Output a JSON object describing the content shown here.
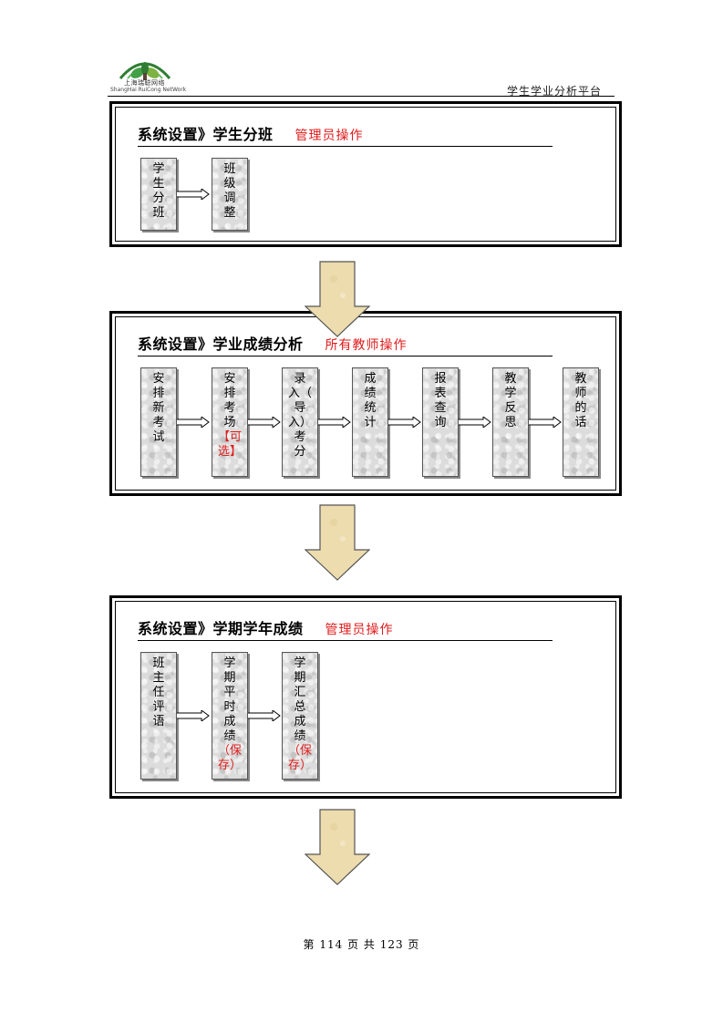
{
  "header": {
    "logo_cn": "上海瑞聪网络",
    "logo_en": "ShangHai RuiCong NetWork",
    "title": "学生学业分析平台"
  },
  "sections": [
    {
      "title": "系统设置》学生分班",
      "role": "管理员操作",
      "steps": [
        {
          "label": [
            "学",
            "生",
            "分",
            "班"
          ]
        },
        {
          "label": [
            "班",
            "级",
            "调",
            "整"
          ]
        }
      ]
    },
    {
      "title": "系统设置》学业成绩分析",
      "role": "所有教师操作",
      "steps": [
        {
          "label": [
            "安",
            "排",
            "新",
            "考",
            "试"
          ]
        },
        {
          "label": [
            "安",
            "排",
            "考",
            "场"
          ],
          "note": [
            "【可",
            "选】"
          ]
        },
        {
          "label": [
            "录",
            "入（",
            "导",
            "入）",
            "考",
            "分"
          ]
        },
        {
          "label": [
            "成",
            "绩",
            "统",
            "计"
          ]
        },
        {
          "label": [
            "报",
            "表",
            "查",
            "询"
          ]
        },
        {
          "label": [
            "教",
            "学",
            "反",
            "思"
          ]
        },
        {
          "label": [
            "教",
            "师",
            "的",
            "话"
          ]
        }
      ]
    },
    {
      "title": "系统设置》学期学年成绩",
      "role": "管理员操作",
      "steps": [
        {
          "label": [
            "班",
            "主",
            "任",
            "评",
            "语"
          ]
        },
        {
          "label": [
            "学",
            "期",
            "平",
            "时",
            "成",
            "绩"
          ],
          "note": [
            "（保",
            "存）"
          ]
        },
        {
          "label": [
            "学",
            "期",
            "汇",
            "总",
            "成",
            "绩"
          ],
          "note": [
            "（保",
            "存）"
          ]
        }
      ]
    }
  ],
  "footer": "第  114  页  共  123  页",
  "colors": {
    "accent_red": "#e01b1b",
    "arrow_fill": "#ecdcae",
    "box_fill": "#dcdcdc"
  }
}
